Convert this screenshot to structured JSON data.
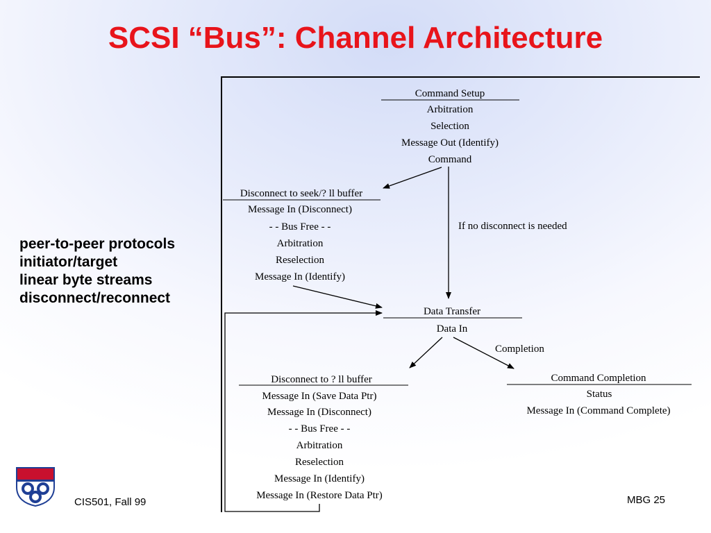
{
  "slide": {
    "title": "SCSI “Bus”: Channel Architecture",
    "bullets": [
      "peer-to-peer protocols",
      "initiator/target",
      "linear byte streams",
      "disconnect/reconnect"
    ],
    "footer_left": "CIS501, Fall 99",
    "footer_right": "MBG  25"
  },
  "diagram": {
    "command_setup": {
      "header": "Command Setup",
      "lines": [
        "Arbitration",
        "Selection",
        "Message Out (Identify)",
        "Command"
      ]
    },
    "disconnect_seek": {
      "header": "Disconnect to seek/? ll buffer",
      "lines": [
        "Message In (Disconnect)",
        "- - Bus Free - -",
        "Arbitration",
        "Reselection",
        "Message In (Identify)"
      ]
    },
    "no_disconnect_label": "If no disconnect is needed",
    "data_transfer": {
      "header": "Data  Transfer",
      "lines": [
        "Data In"
      ]
    },
    "completion_label": "Completion",
    "disconnect_fill": {
      "header": "Disconnect to ? ll buffer",
      "lines": [
        "Message In (Save Data Ptr)",
        "Message In (Disconnect)",
        "- - Bus Free - -",
        "Arbitration",
        "Reselection",
        "Message In (Identify)",
        "Message In (Restore Data Ptr)"
      ]
    },
    "command_completion": {
      "header": "Command Completion",
      "lines": [
        "Status",
        "Message In (Command Complete)"
      ]
    }
  },
  "colors": {
    "title": "#e8141b",
    "logo_red": "#c8102e",
    "logo_blue": "#1f3f95"
  }
}
